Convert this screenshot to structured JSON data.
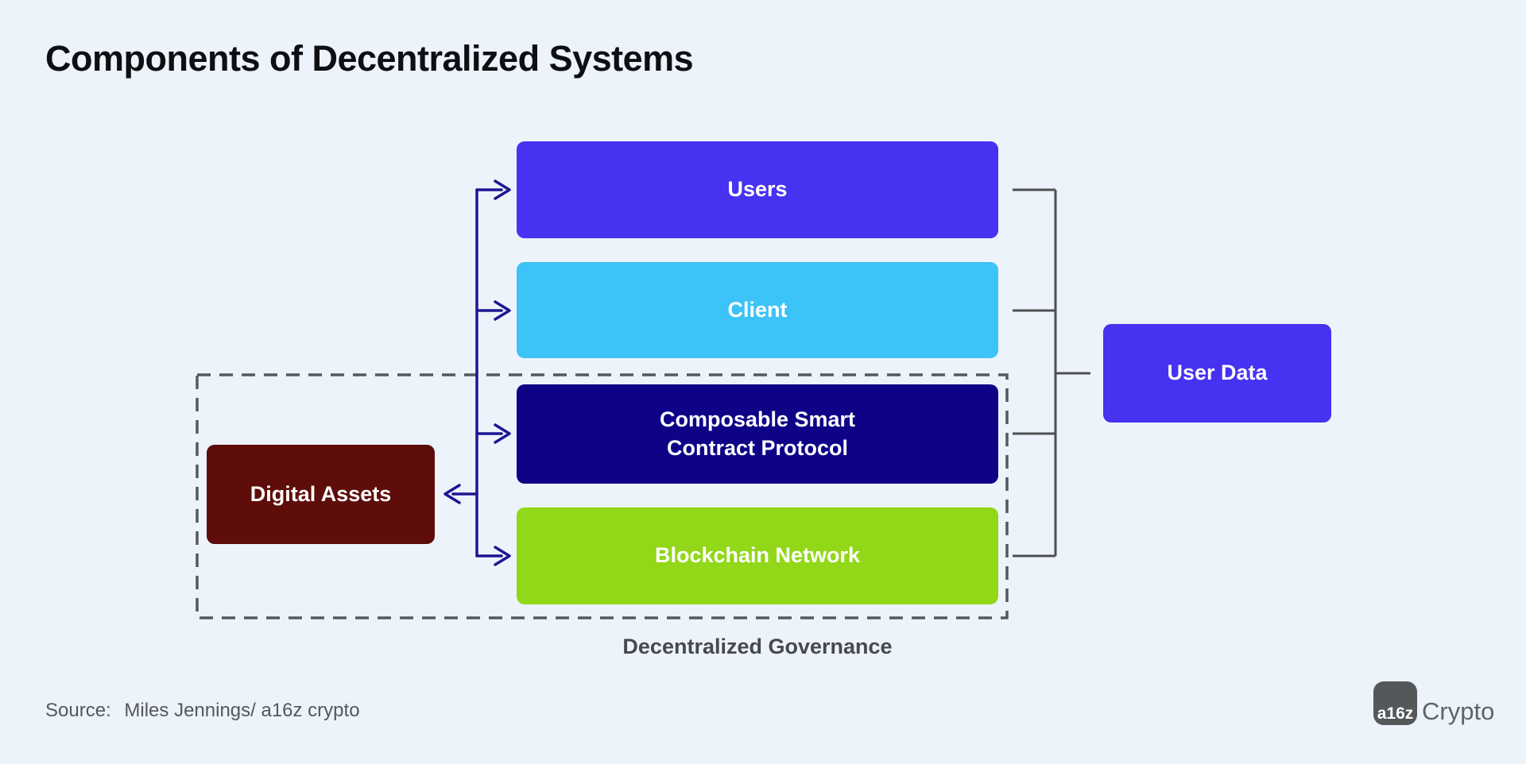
{
  "title": "Components of Decentralized Systems",
  "diagram": {
    "boxes": {
      "users": {
        "label": "Users",
        "bg": "#4632f1",
        "text_color": "#ffffff"
      },
      "client": {
        "label": "Client",
        "bg": "#3cc3f7",
        "text_color": "#ffffff"
      },
      "protocol": {
        "lines": [
          "Composable Smart",
          "Contract Protocol"
        ],
        "bg": "#0e0387",
        "text_color": "#ffffff"
      },
      "blockchain": {
        "label": "Blockchain Network",
        "bg": "#92d718",
        "text_color": "#ffffff"
      },
      "digital_assets": {
        "label": "Digital Assets",
        "bg": "#5e0d0b",
        "text_color": "#ffffff"
      },
      "user_data": {
        "label": "User Data",
        "bg": "#4632f1",
        "text_color": "#ffffff"
      }
    },
    "governance_label": "Decentralized Governance",
    "colors": {
      "background": "#edf3fb",
      "arrow_navy": "#1c1693",
      "connector_gray": "#4d4f50",
      "dashed_border_gray": "#55585c"
    }
  },
  "source": {
    "prefix": "Source:",
    "text": "Miles Jennings/ a16z crypto"
  },
  "logo": {
    "mark": "a16z",
    "name": "Crypto",
    "mark_bg": "#54585b"
  }
}
